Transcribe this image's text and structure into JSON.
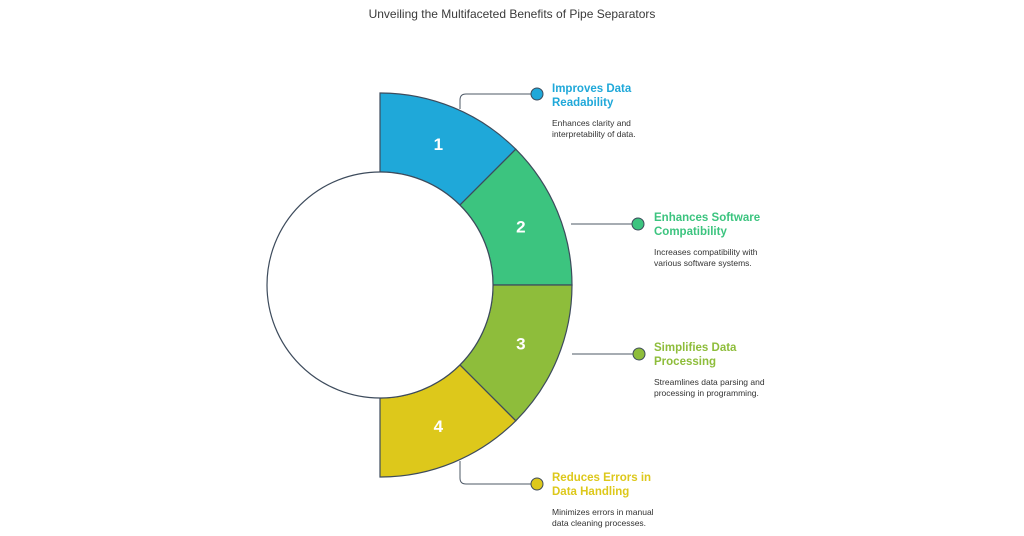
{
  "title": "Unveiling the Multifaceted Benefits of Pipe Separators",
  "segments": [
    {
      "number": "1",
      "color": "#1fa8d9",
      "title_line1": "Improves Data",
      "title_line2": "Readability",
      "desc_line1": "Enhances clarity and",
      "desc_line2": "interpretability of data."
    },
    {
      "number": "2",
      "color": "#3cc47f",
      "title_line1": "Enhances Software",
      "title_line2": "Compatibility",
      "desc_line1": "Increases compatibility with",
      "desc_line2": "various software systems."
    },
    {
      "number": "3",
      "color": "#8ebd3b",
      "title_line1": "Simplifies Data",
      "title_line2": "Processing",
      "desc_line1": "Streamlines data parsing and",
      "desc_line2": "processing in programming."
    },
    {
      "number": "4",
      "color": "#ddc81b",
      "title_line1": "Reduces Errors in",
      "title_line2": "Data Handling",
      "desc_line1": "Minimizes errors in manual",
      "desc_line2": "data cleaning processes."
    }
  ],
  "colors": {
    "outline": "#3d4b5c",
    "connector": "#4d5866",
    "circle_fill": "#ffffff"
  }
}
